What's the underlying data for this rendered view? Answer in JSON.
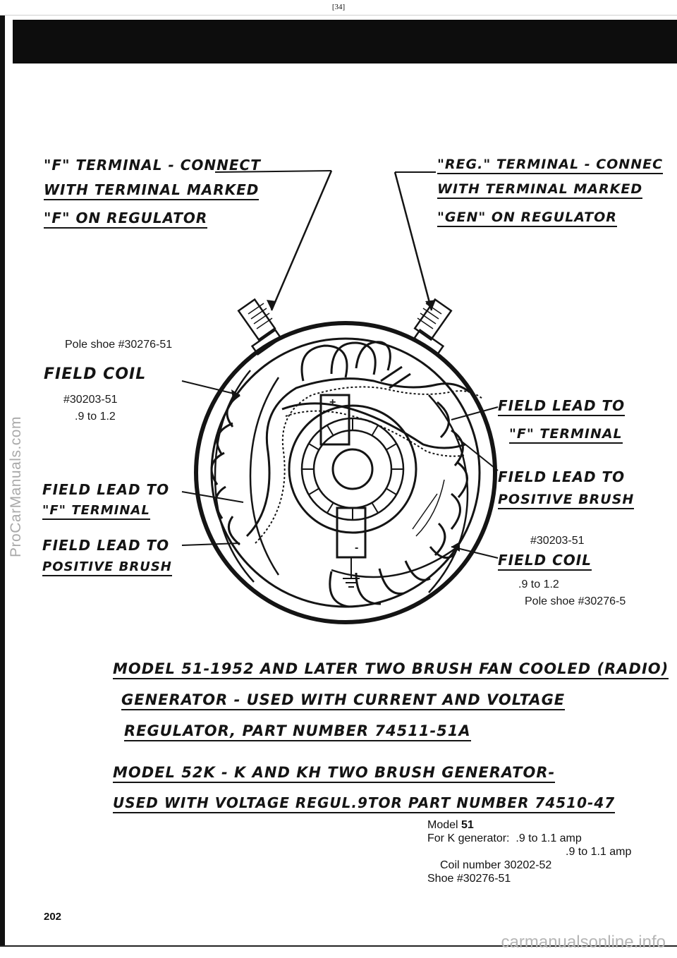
{
  "header": {
    "page_ref": "[34]"
  },
  "watermarks": {
    "side": "ProCarManuals.com",
    "bottom": "carmanualsonline.info"
  },
  "labels": {
    "f_terminal": [
      "\"F\" TERMINAL - CONNECT",
      "WITH TERMINAL MARKED",
      "\"F\" ON REGULATOR"
    ],
    "reg_terminal": [
      "\"REG.\" TERMINAL - CONNEC",
      "WITH TERMINAL MARKED",
      "\"GEN\" ON REGULATOR"
    ],
    "pole_shoe_left": "Pole shoe #30276-51",
    "field_coil_left": "FIELD COIL",
    "coil_number_left": "#30203-51",
    "coil_range_left": ".9 to 1.2",
    "field_lead_f_left": [
      "FIELD LEAD TO",
      "\"F\" TERMINAL"
    ],
    "field_lead_pos_left": [
      "FIELD LEAD TO",
      "POSITIVE BRUSH"
    ],
    "field_lead_f_right": [
      "FIELD LEAD TO",
      "\"F\" TERMINAL"
    ],
    "field_lead_pos_right": [
      "FIELD LEAD TO",
      "POSITIVE BRUSH"
    ],
    "coil_number_right": "#30203-51",
    "field_coil_right": "FIELD COIL",
    "coil_range_right": ".9 to 1.2",
    "pole_shoe_right": "Pole shoe #30276-5",
    "brush_plus": "+",
    "brush_minus": "-"
  },
  "caption": {
    "lines": [
      "MODEL 51-1952 AND LATER TWO BRUSH FAN COOLED (RADIO)",
      "GENERATOR - USED WITH CURRENT AND VOLTAGE",
      "REGULATOR, PART NUMBER 74511-51A",
      "MODEL 52K - K AND KH TWO BRUSH GENERATOR-",
      "USED WITH VOLTAGE REGUL.9TOR PART NUMBER 74510-47"
    ]
  },
  "specs": {
    "model_prefix": "Model",
    "model_value": "51",
    "for_label": "For K generator:",
    "amp_1": ".9 to 1.1 amp",
    "amp_2": ".9 to 1.1 amp",
    "coil_label": "Coil number 30202-52",
    "shoe_label": "Shoe #30276-51"
  },
  "footer": {
    "page_number": "202"
  }
}
